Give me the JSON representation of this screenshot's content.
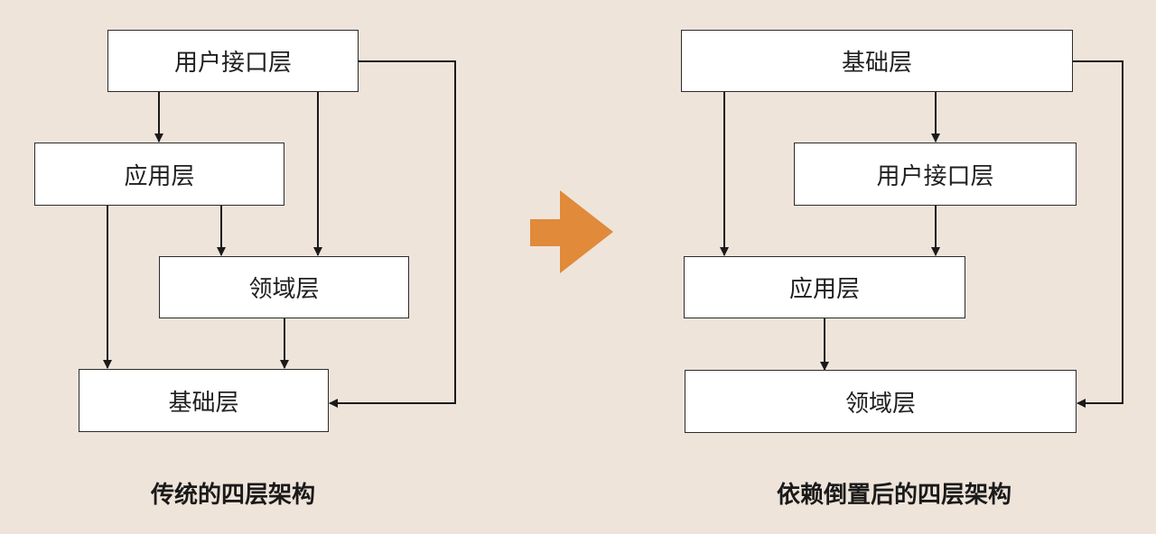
{
  "left_diagram": {
    "caption": "传统的四层架构",
    "layers": {
      "ui": "用户接口层",
      "application": "应用层",
      "domain": "领域层",
      "infrastructure": "基础层"
    }
  },
  "right_diagram": {
    "caption": "依赖倒置后的四层架构",
    "layers": {
      "infrastructure": "基础层",
      "ui": "用户接口层",
      "application": "应用层",
      "domain": "领域层"
    }
  },
  "colors": {
    "background": "#efe4da",
    "box_fill": "#ffffff",
    "line": "#1a1a1a",
    "transform_arrow": "#e08a3a"
  }
}
